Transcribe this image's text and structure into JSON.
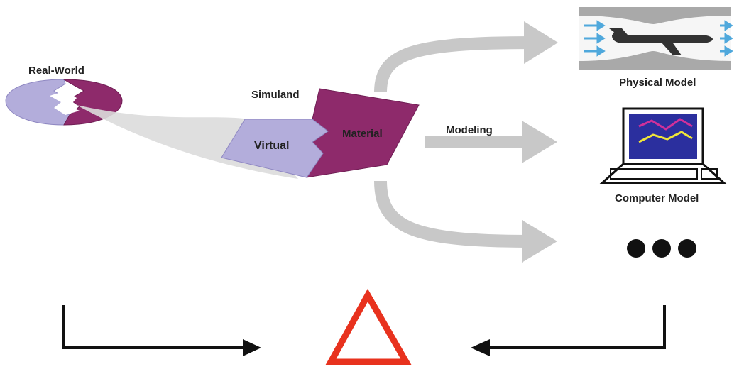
{
  "labels": {
    "real_world": "Real-World",
    "simuland": "Simuland",
    "virtual": "Virtual",
    "material": "Material",
    "modeling": "Modeling",
    "physical_model": "Physical Model",
    "computer_model": "Computer Model"
  },
  "colors": {
    "virtual_fill": "#b3addb",
    "material_fill": "#8e2a6b",
    "arrow_gray": "#c8c8c8",
    "wind_arrow": "#4fa8dc",
    "screen_fill": "#2b2f9e",
    "delta_red": "#e8321e",
    "bracket_black": "#111111"
  },
  "icons": {
    "wind_tunnel": "airplane-in-wind-tunnel",
    "computer": "laptop-with-line-chart",
    "more": "ellipsis-dots",
    "delta": "delta-triangle"
  }
}
